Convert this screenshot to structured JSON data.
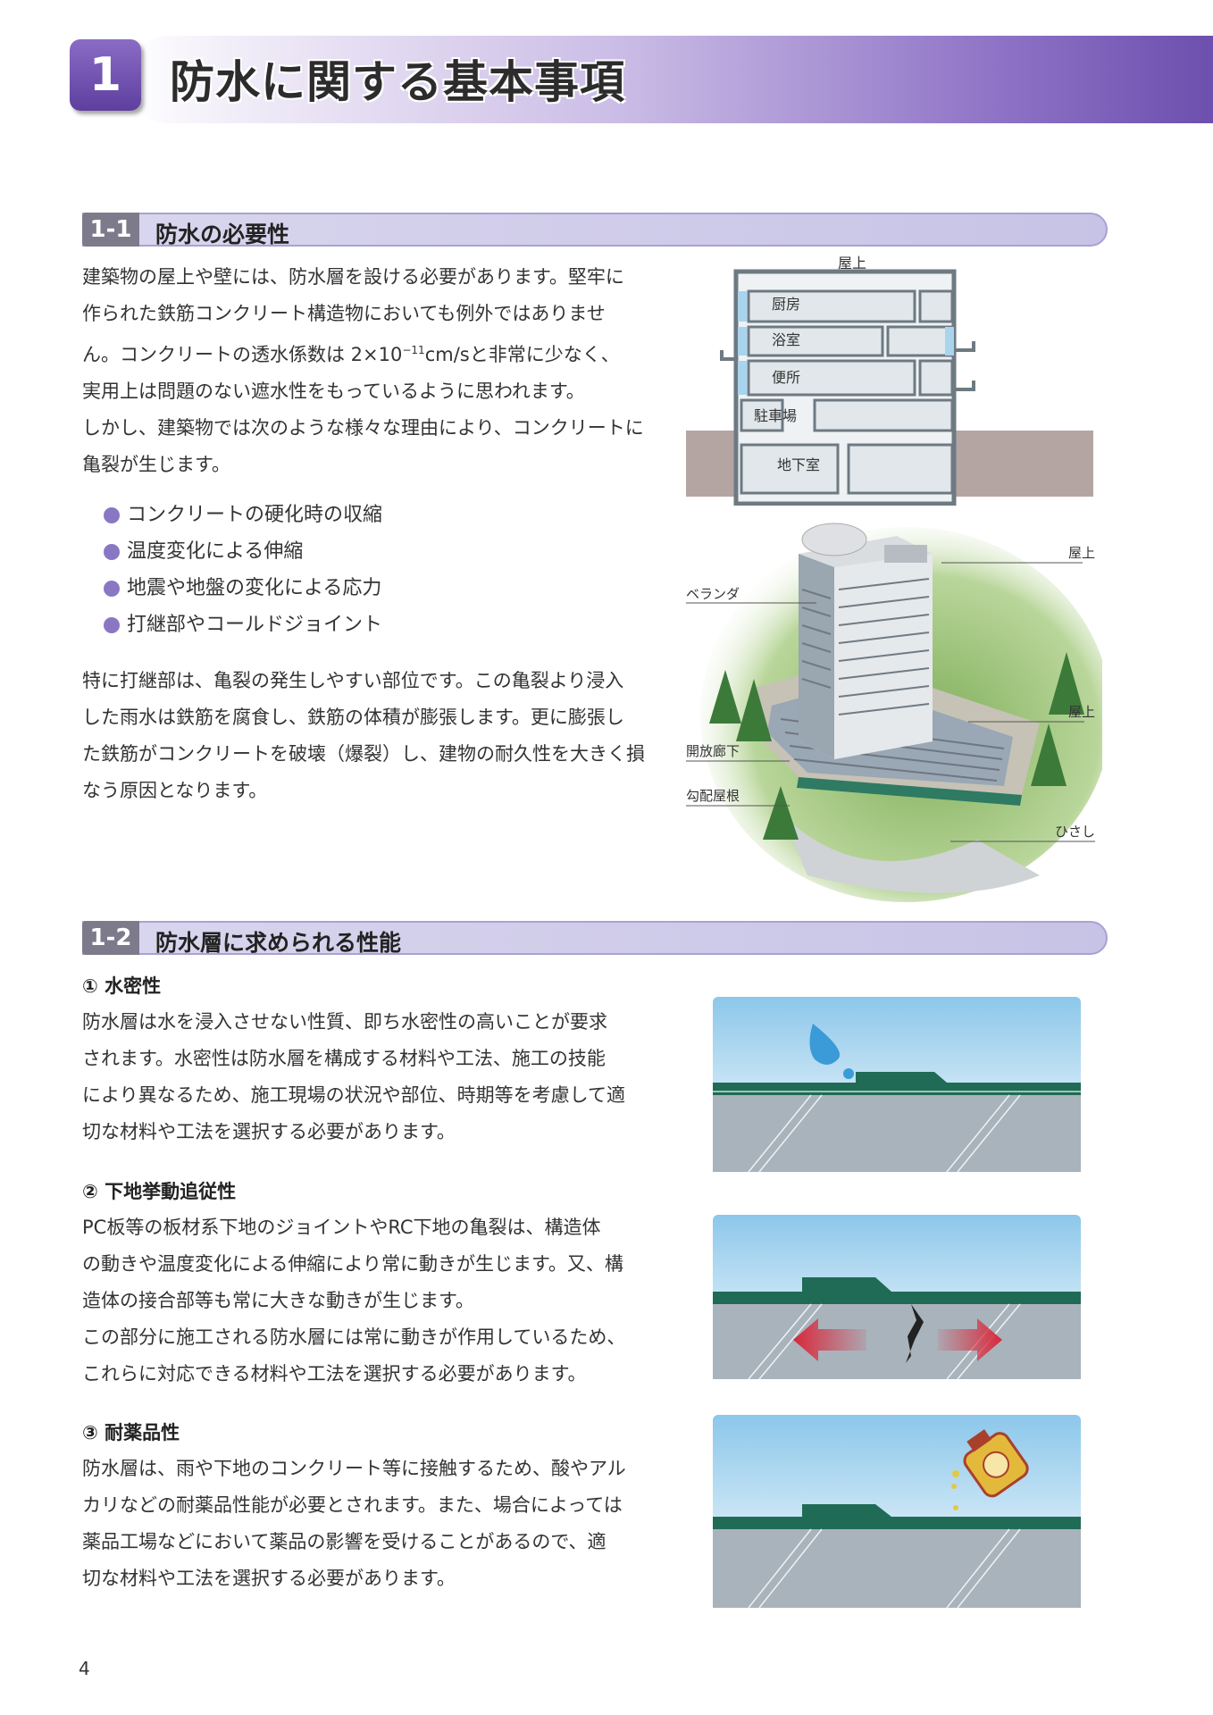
{
  "chapter": {
    "number": "1",
    "title": "防水に関する基本事項"
  },
  "sections": [
    {
      "number": "1-1",
      "title": "防水の必要性",
      "paragraph1": [
        "建築物の屋上や壁には、防水層を設ける必要があります。堅牢に",
        "作られた鉄筋コンクリート構造物においても例外ではありませ",
        "ん。コンクリートの透水係数は 2×10",
        "cm/sと非常に少なく、",
        "実用上は問題のない遮水性をもっているように思われます。",
        "しかし、建築物では次のような様々な理由により、コンクリートに",
        "亀裂が生じます。"
      ],
      "exponent": "−11",
      "bullets": [
        "コンクリートの硬化時の収縮",
        "温度変化による伸縮",
        "地震や地盤の変化による応力",
        "打継部やコールドジョイント"
      ],
      "paragraph2": [
        "特に打継部は、亀裂の発生しやすい部位です。この亀裂より浸入",
        "した雨水は鉄筋を腐食し、鉄筋の体積が膨張します。更に膨張し",
        "た鉄筋がコンクリートを破壊（爆裂）し、建物の耐久性を大きく損",
        "なう原因となります。"
      ]
    },
    {
      "number": "1-2",
      "title": "防水層に求められる性能",
      "items": [
        {
          "heading": "① 水密性",
          "lines": [
            "防水層は水を浸入させない性質、即ち水密性の高いことが要求",
            "されます。水密性は防水層を構成する材料や工法、施工の技能",
            "により異なるため、施工現場の状況や部位、時期等を考慮して適",
            "切な材料や工法を選択する必要があります。"
          ]
        },
        {
          "heading": "② 下地挙動追従性",
          "lines": [
            "PC板等の板材系下地のジョイントやRC下地の亀裂は、構造体",
            "の動きや温度変化による伸縮により常に動きが生じます。又、構",
            "造体の接合部等も常に大きな動きが生じます。",
            "この部分に施工される防水層には常に動きが作用しているため、",
            "これらに対応できる材料や工法を選択する必要があります。"
          ]
        },
        {
          "heading": "③ 耐薬品性",
          "lines": [
            "防水層は、雨や下地のコンクリート等に接触するため、酸やアル",
            "カリなどの耐薬品性能が必要とされます。また、場合によっては",
            "薬品工場などにおいて薬品の影響を受けることがあるので、適",
            "切な材料や工法を選択する必要があります。"
          ]
        }
      ]
    }
  ],
  "section_diagram": {
    "labels": [
      "屋上",
      "厨房",
      "浴室",
      "便所",
      "駐車場",
      "地下室"
    ]
  },
  "building_illustration": {
    "labels": [
      "屋上",
      "ベランダ",
      "屋上",
      "開放廊下",
      "勾配屋根",
      "ひさし"
    ]
  },
  "page_number": "4",
  "colors": {
    "accent_purple": "#6d4fae",
    "membrane_green": "#1f6b55",
    "arrow_red": "#d8283a"
  }
}
